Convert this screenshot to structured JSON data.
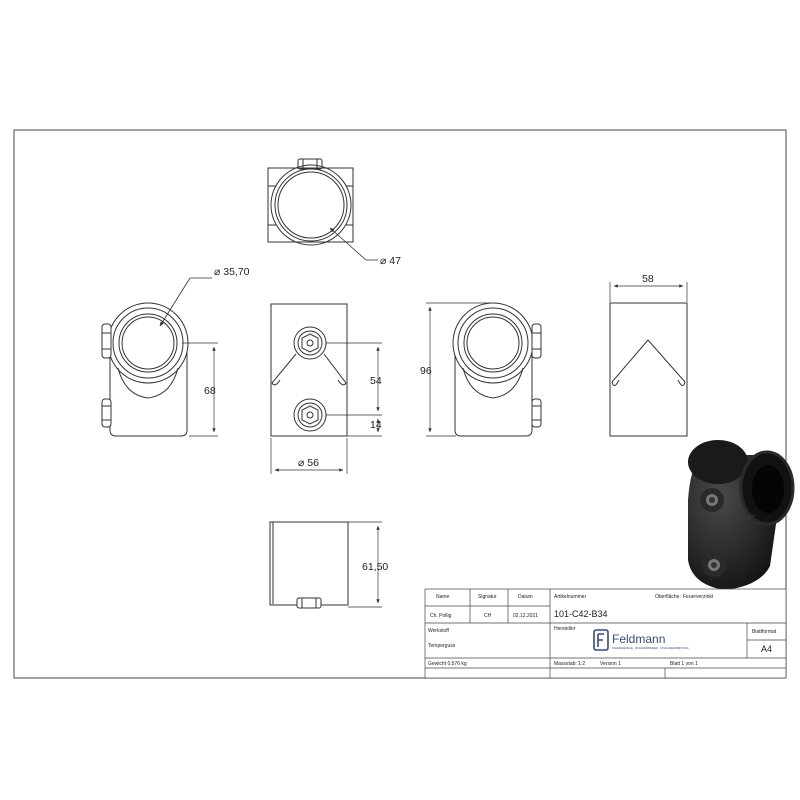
{
  "dimensions": {
    "d47": "⌀ 47",
    "d35_70": "⌀ 35,70",
    "h68": "68",
    "h54": "54",
    "h14": "14",
    "d56": "⌀ 56",
    "h96": "96",
    "w58": "58",
    "h61_50": "61,50"
  },
  "title_block": {
    "col_name": "Name",
    "col_signatur": "Signatur",
    "col_datum": "Datum",
    "col_artikelnummer": "Artikelnummer",
    "col_oberflaeche": "Oberfläche:",
    "oberflaeche_value": "Feuerverzinkt",
    "name_value": "Ch. Pollig",
    "signatur_value": "CH",
    "datum_value": "02.12.2021",
    "article_number": "101-C42-B34",
    "hersteller_label": "Hersteller",
    "brand_name": "Feldmann",
    "brand_tagline": "SCHMIEDETEILE · ROHRVERBINDER · STAHLVERARBEITUNG",
    "werkstoff_label": "Werkstoff",
    "werkstoff_value": "Temperguss",
    "blattformat_label": "Blattformat",
    "blattformat_value": "A4",
    "gewicht": "Gewicht 0,576 kg",
    "massstab": "Massstab: 1:2",
    "version": "Version 1",
    "blatt": "Blatt 1 von 1"
  },
  "colors": {
    "line": "#3a3a3a",
    "part_dark": "#1c1c1c",
    "brand": "#3b4a73"
  }
}
